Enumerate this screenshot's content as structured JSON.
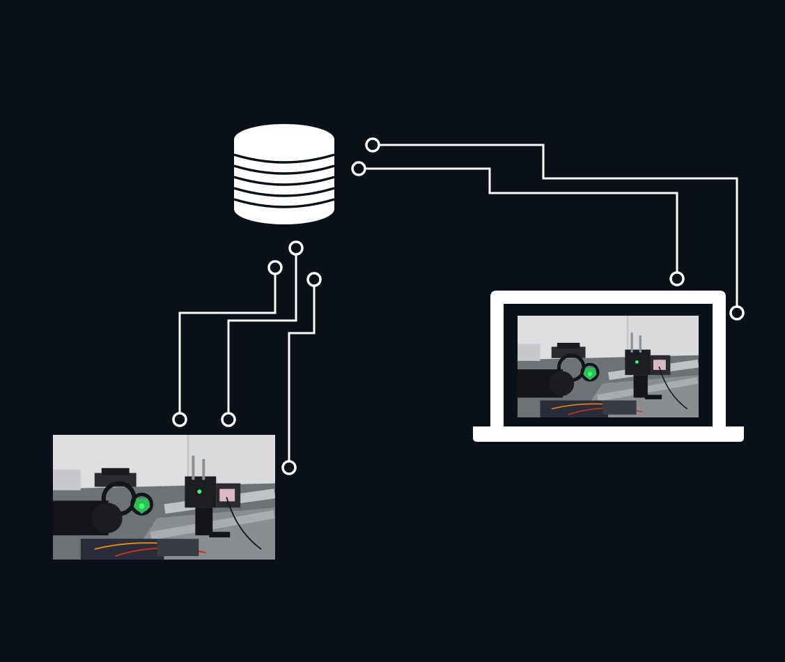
{
  "diagram": {
    "nodes": [
      {
        "id": "database",
        "icon": "database-icon"
      },
      {
        "id": "camera-photo",
        "icon": "lab-optics-photo"
      },
      {
        "id": "laptop",
        "icon": "laptop-icon"
      }
    ],
    "connections": [
      {
        "from": "database",
        "to": "camera-photo",
        "count": 3
      },
      {
        "from": "database",
        "to": "laptop",
        "count": 2
      }
    ]
  },
  "colors": {
    "background": "#0a1018",
    "line": "#ffffff",
    "photo_wall": "#d9dadc",
    "photo_table": "#6e7176",
    "laser_green": "#3cff6e"
  }
}
